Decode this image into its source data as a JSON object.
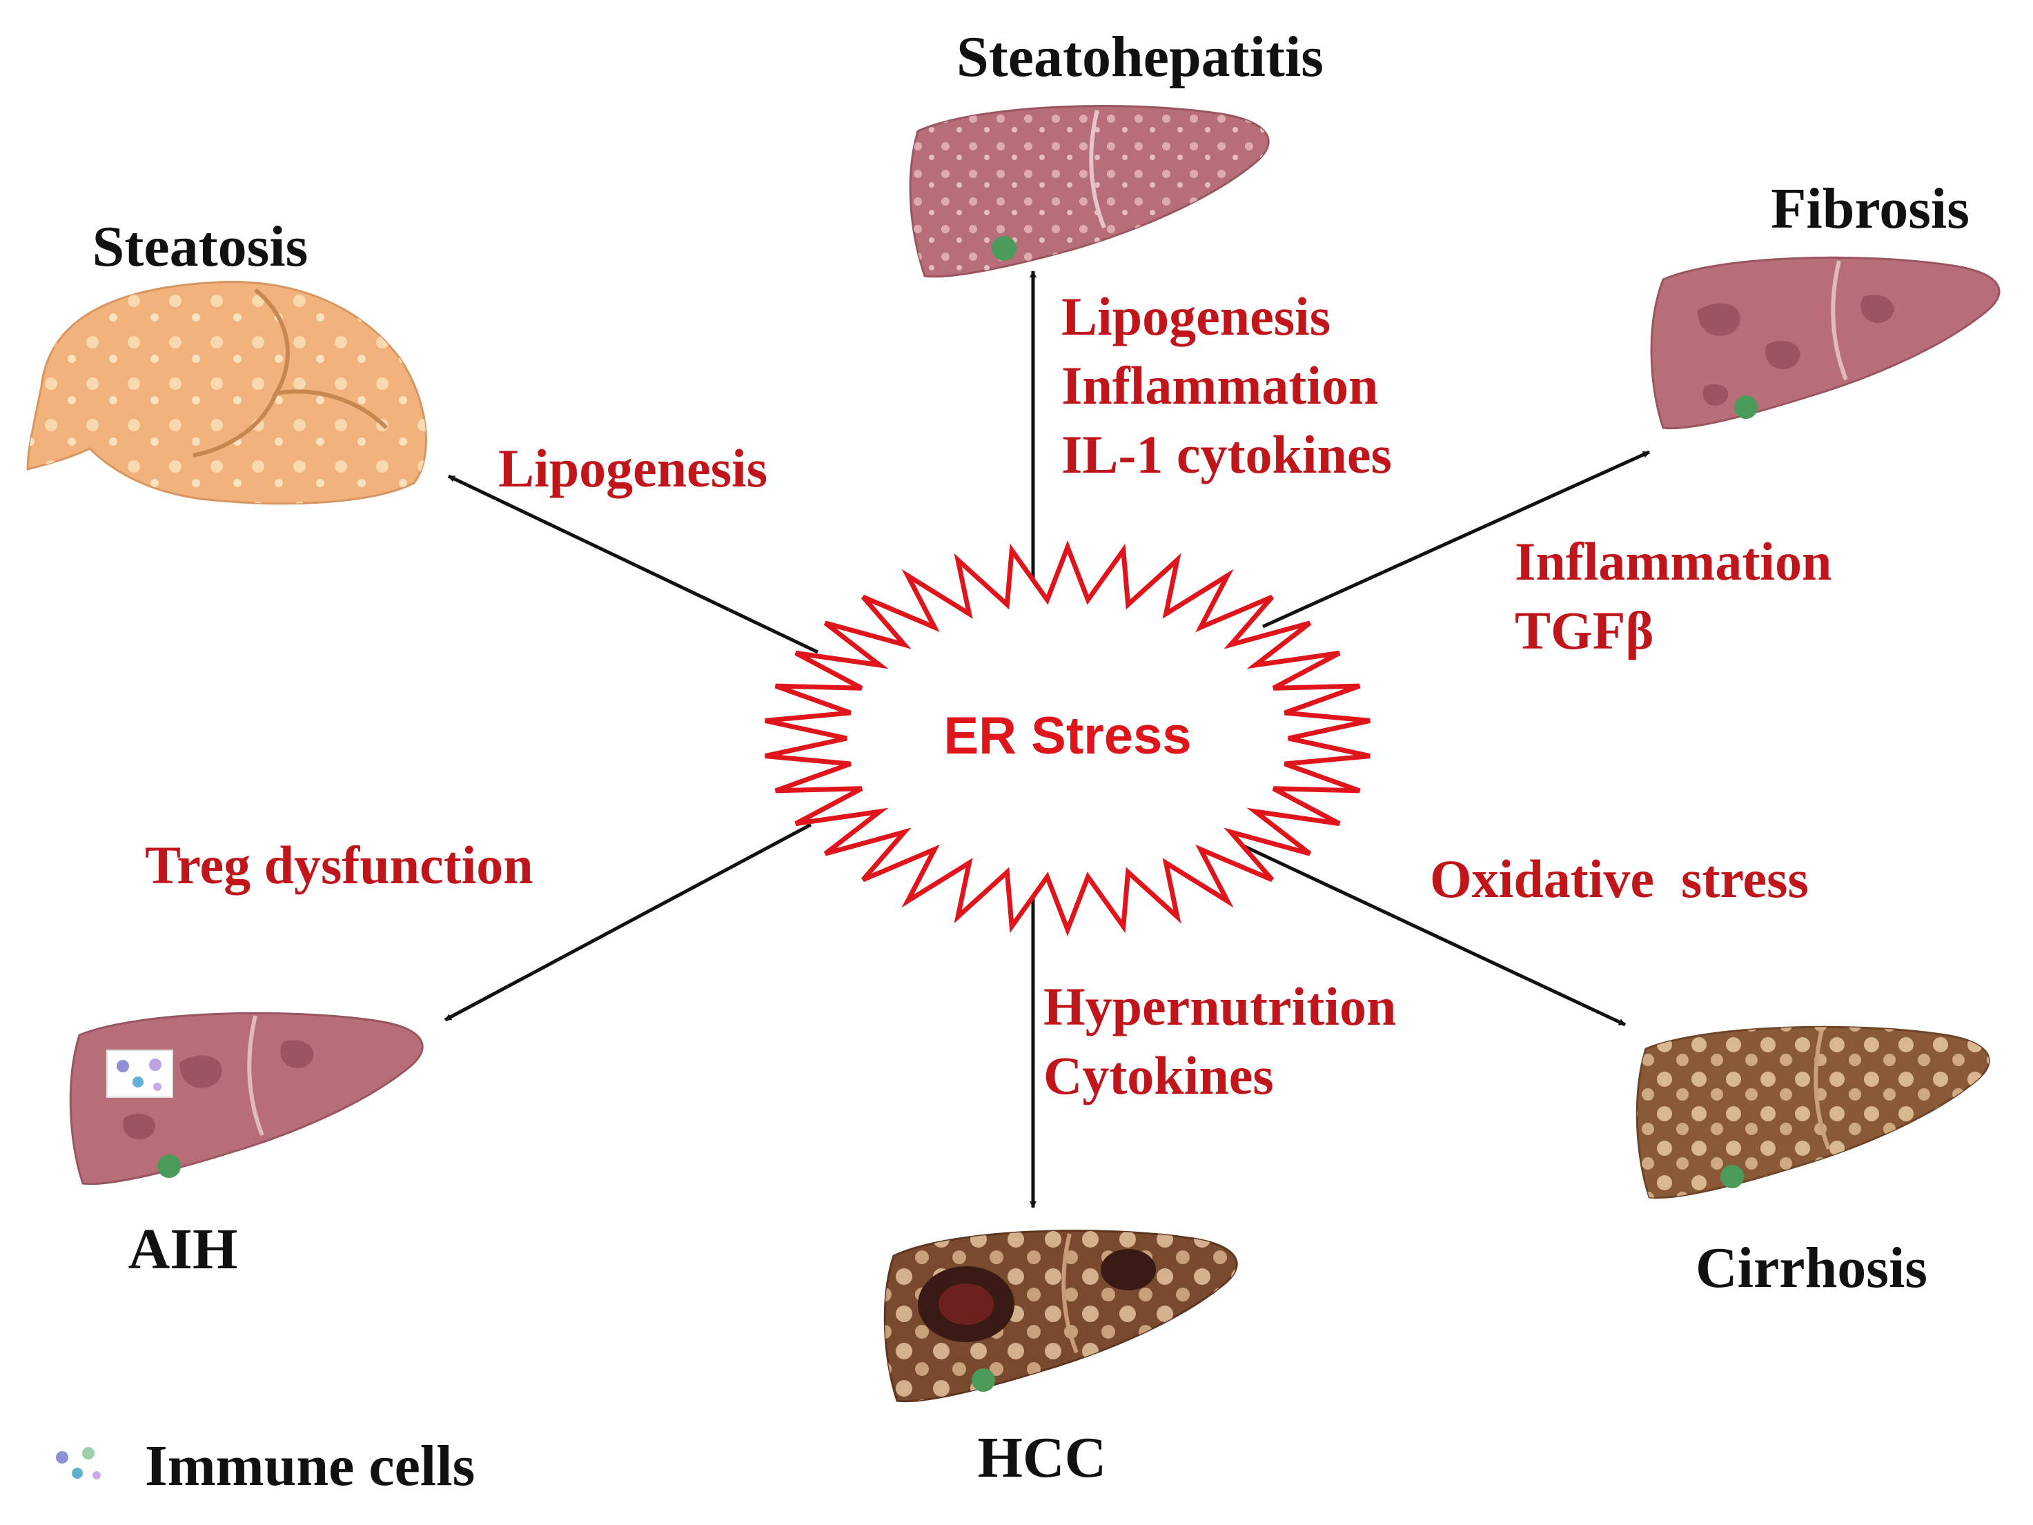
{
  "center": {
    "label": "ER Stress",
    "icon": "starburst-icon",
    "stroke_color": "#e0141b"
  },
  "outcomes": {
    "steatosis": {
      "label": "Steatosis",
      "mechanisms": [
        "Lipogenesis"
      ],
      "icon": "fatty-liver-icon"
    },
    "steatohepatitis": {
      "label": "Steatohepatitis",
      "mechanisms": [
        "Lipogenesis",
        "Inflammation",
        "IL-1 cytokines"
      ],
      "icon": "spotted-liver-icon"
    },
    "fibrosis": {
      "label": "Fibrosis",
      "mechanisms": [
        "Inflammation",
        "TGFβ"
      ],
      "icon": "fibrotic-liver-icon"
    },
    "cirrhosis": {
      "label": "Cirrhosis",
      "mechanisms": [
        "Oxidative  stress"
      ],
      "icon": "cirrhotic-liver-icon"
    },
    "hcc": {
      "label": "HCC",
      "mechanisms": [
        "Hypernutrition",
        "Cytokines"
      ],
      "icon": "tumor-liver-icon"
    },
    "aih": {
      "label": "AIH",
      "mechanisms": [
        "Treg dysfunction"
      ],
      "icon": "immune-liver-icon"
    }
  },
  "legend": {
    "label": "Immune cells",
    "icon": "immune-cells-icon"
  },
  "colors": {
    "mechanism_text": "#c0161b",
    "label_text": "#111111",
    "arrow": "#111111"
  }
}
